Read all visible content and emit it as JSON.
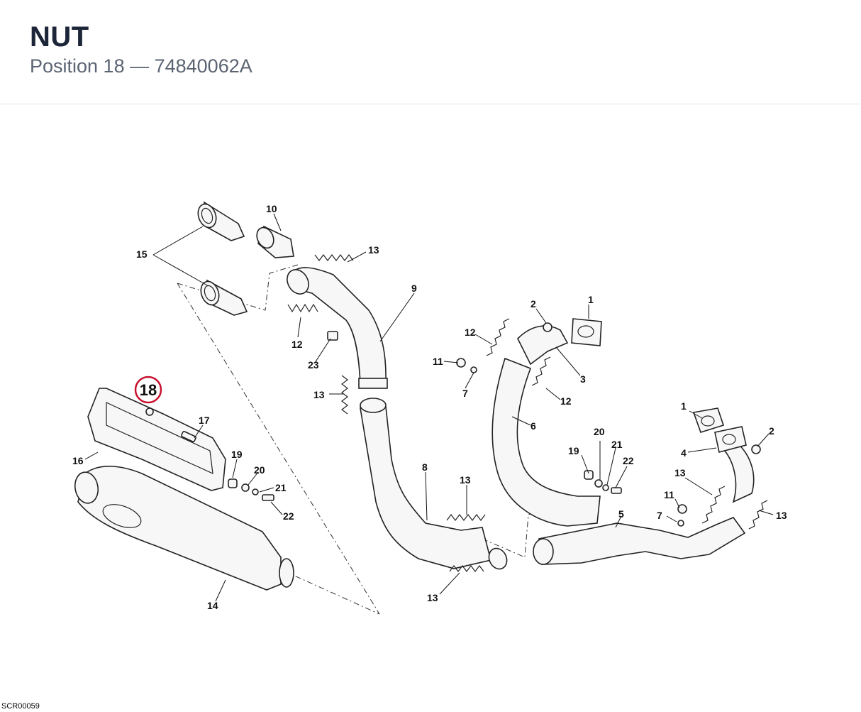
{
  "header": {
    "title": "NUT",
    "subtitle": "Position 18 — 74840062A"
  },
  "diagram": {
    "highlight_label": "18",
    "highlight_color": "#c8102e",
    "labels": {
      "l1a": "1",
      "l1b": "1",
      "l2a": "2",
      "l2b": "2",
      "l3": "3",
      "l4": "4",
      "l5": "5",
      "l6": "6",
      "l7a": "7",
      "l7b": "7",
      "l8": "8",
      "l9": "9",
      "l10": "10",
      "l11a": "11",
      "l11b": "11",
      "l12a": "12",
      "l12b": "12",
      "l12c": "12",
      "l13a": "13",
      "l13b": "13",
      "l13c": "13",
      "l13d": "13",
      "l13e": "13",
      "l13f": "13",
      "l14": "14",
      "l15": "15",
      "l16": "16",
      "l17": "17",
      "l19a": "19",
      "l19b": "19",
      "l20a": "20",
      "l20b": "20",
      "l21a": "21",
      "l21b": "21",
      "l22a": "22",
      "l22b": "22",
      "l23": "23"
    }
  },
  "footer": {
    "code": "SCR00059"
  }
}
